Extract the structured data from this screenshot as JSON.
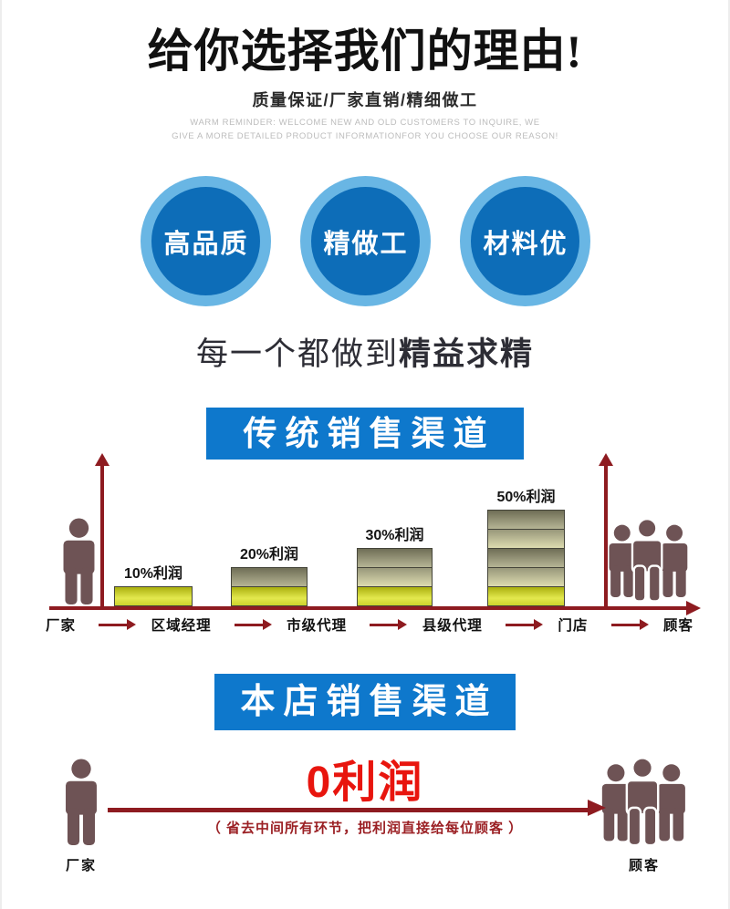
{
  "header": {
    "title": "给你选择我们的理由!",
    "subtitle": "质量保证/厂家直销/精细做工",
    "reminder1": "WARM REMINDER: WELCOME NEW AND OLD CUSTOMERS TO INQUIRE, WE",
    "reminder2": "GIVE A MORE DETAILED PRODUCT INFORMATIONFOR YOU CHOOSE OUR REASON!"
  },
  "badges": [
    {
      "label": "高品质"
    },
    {
      "label": "精做工"
    },
    {
      "label": "材料优"
    }
  ],
  "tagline": {
    "prefix": "每一个都做到",
    "bold": "精益求精"
  },
  "traditional": {
    "banner": "传统销售渠道",
    "stages": [
      "厂家",
      "区域经理",
      "市级代理",
      "县级代理",
      "门店",
      "顾客"
    ],
    "bars": [
      {
        "label": "10%利润",
        "segments": 1
      },
      {
        "label": "20%利润",
        "segments": 2
      },
      {
        "label": "30%利润",
        "segments": 3
      },
      {
        "label": "50%利润",
        "segments": 5
      }
    ]
  },
  "direct": {
    "banner": "本店销售渠道",
    "profit": "0利润",
    "note": "（ 省去中间所有环节，把利润直接给每位顾客 ）",
    "from_label": "厂家",
    "to_label": "顾客"
  },
  "colors": {
    "banner_blue": "#0e78cc",
    "circle_ring_blue": "#69b6e4",
    "circle_fill_blue": "#0d6db8",
    "flow_maroon": "#8e1b20",
    "figure_brown": "#6e5355",
    "highlight_red": "#e8150e",
    "bar_bright_yellow": "#dde24a"
  },
  "chart_data": {
    "type": "bar",
    "title": "传统销售渠道",
    "categories": [
      "区域经理",
      "市级代理",
      "县级代理",
      "门店"
    ],
    "values": [
      10,
      20,
      30,
      50
    ],
    "value_labels": [
      "10%利润",
      "20%利润",
      "30%利润",
      "50%利润"
    ],
    "segments_per_bar": [
      1,
      2,
      3,
      5
    ],
    "flow": [
      "厂家",
      "区域经理",
      "市级代理",
      "县级代理",
      "门店",
      "顾客"
    ],
    "legend": [],
    "grid": false
  }
}
